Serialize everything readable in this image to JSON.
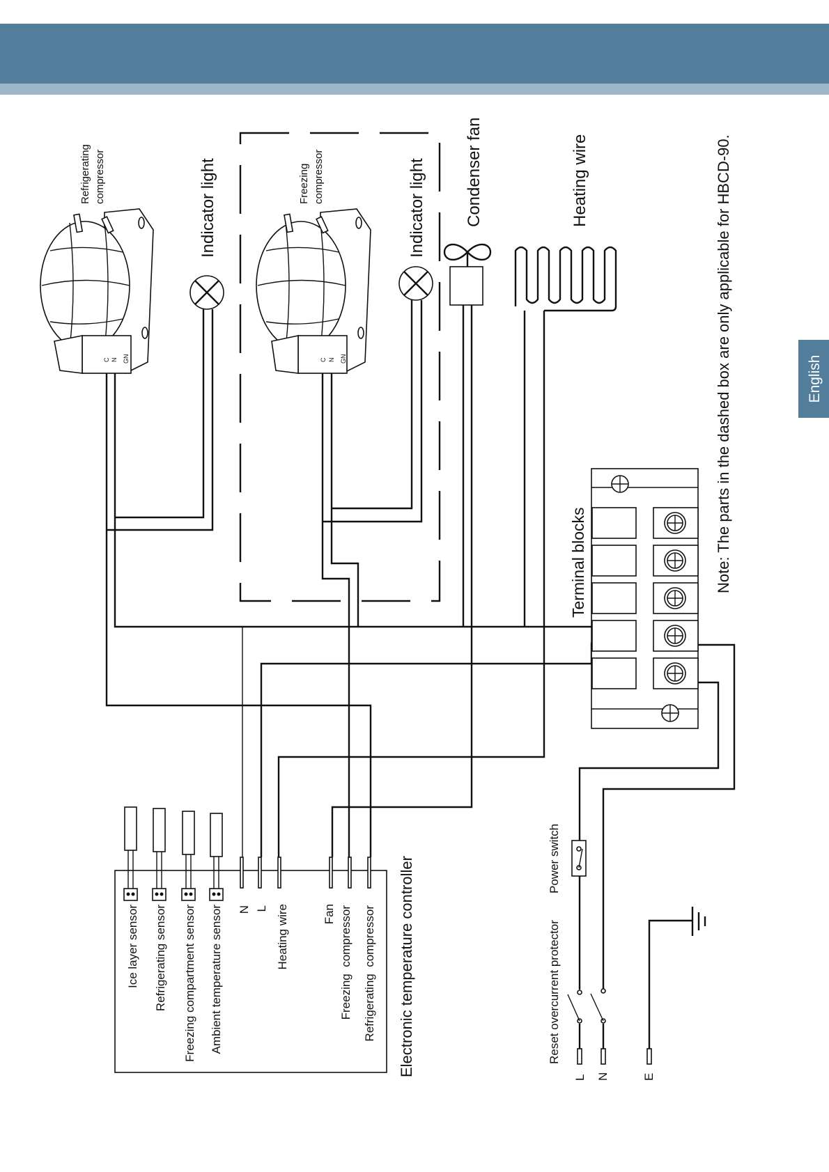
{
  "colors": {
    "header": "#527e9c",
    "header_stripe": "#9cb5c9",
    "tab": "#527e9c"
  },
  "tab": {
    "language": "English"
  },
  "components": {
    "refrigerating_compressor": [
      "Refrigerating",
      "compressor"
    ],
    "freezing_compressor": [
      "Freezing",
      "compressor"
    ],
    "compressor_terminals": [
      "C",
      "N",
      "GN"
    ],
    "indicator_light": "Indicator light",
    "condenser_fan": "Condenser fan",
    "heating_wire": "Heating wire",
    "terminal_blocks": "Terminal blocks",
    "power_switch": "Power switch",
    "reset_protector": "Reset overcurrent protector"
  },
  "controller": {
    "title": "Electronic temperature controller",
    "sensors": [
      "Ice layer sensor",
      "Refrigerating sensor",
      "Freezing compartment sensor",
      "Ambient temperature sensor"
    ],
    "terminals": [
      "N",
      "L",
      "Heating wire",
      "Fan",
      "Freezing  compressor",
      "Refrigerating  compressor"
    ]
  },
  "supply": {
    "L": "L",
    "N": "N",
    "E": "E"
  },
  "note": "Note: The parts in the dashed box are only applicable for HBCD-90."
}
